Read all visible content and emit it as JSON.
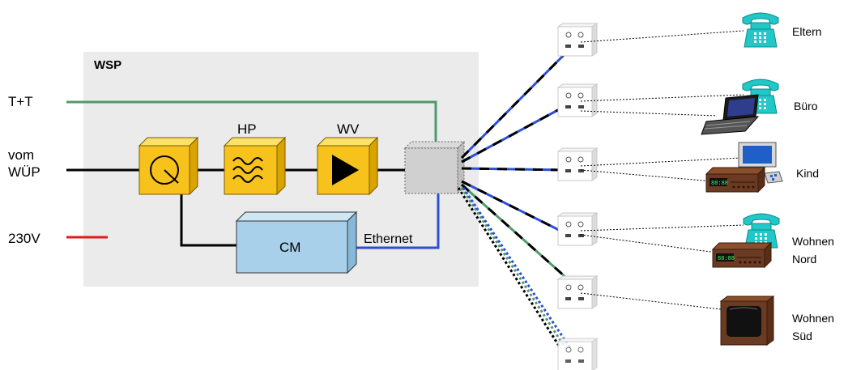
{
  "box": {
    "label": "WSP"
  },
  "inputs": {
    "tt": "T+T",
    "vom": "vom",
    "wuep": "WÜP",
    "power": "230V"
  },
  "blocks": {
    "hp": "HP",
    "wv": "WV",
    "cm": "CM",
    "ethernet": "Ethernet"
  },
  "rooms": {
    "eltern": "Eltern",
    "buero": "Büro",
    "kind": "Kind",
    "wohnen_nord_1": "Wohnen",
    "wohnen_nord_2": "Nord",
    "wohnen_sued_1": "Wohnen",
    "wohnen_sued_2": "Süd"
  },
  "colors": {
    "wsp_background": "#ebebeb",
    "block_yellow": "#f7c21b",
    "cm_blue": "#a9d0ea",
    "tt_green": "#4f9a6b",
    "power_red": "#e01b1b",
    "ethernet_blue": "#2b4fd6",
    "phone_teal": "#22c7c7",
    "device_brown": "#6b3a22"
  }
}
